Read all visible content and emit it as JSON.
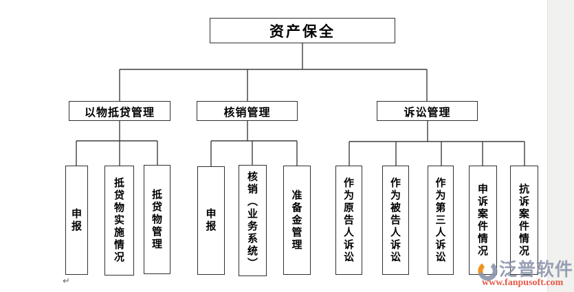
{
  "diagram": {
    "root": {
      "label": "资产保全"
    },
    "branches": [
      {
        "label": "以物抵贷管理",
        "children": [
          "申报",
          "抵贷物实施情况",
          "抵贷物管理"
        ]
      },
      {
        "label": "核销管理",
        "children": [
          "申报",
          "核销（业务系统）",
          "准备金管理"
        ]
      },
      {
        "label": "诉讼管理",
        "children": [
          "作为原告人诉讼",
          "作为被告人诉讼",
          "作为第三人诉讼",
          "申诉案件情况",
          "抗诉案件情况"
        ]
      }
    ]
  },
  "editor": {
    "paragraph_mark": "↵"
  },
  "watermark": {
    "brand": "泛普软件",
    "url": "www.fanpusoft.com"
  },
  "colors": {
    "line": "#3d3d3d",
    "box_border": "#2e2e2e",
    "brand_text": "#8b94aa",
    "brand_url": "#e2432c",
    "brand_orange": "#f08300",
    "page_gutter": "#f1f1ef"
  }
}
